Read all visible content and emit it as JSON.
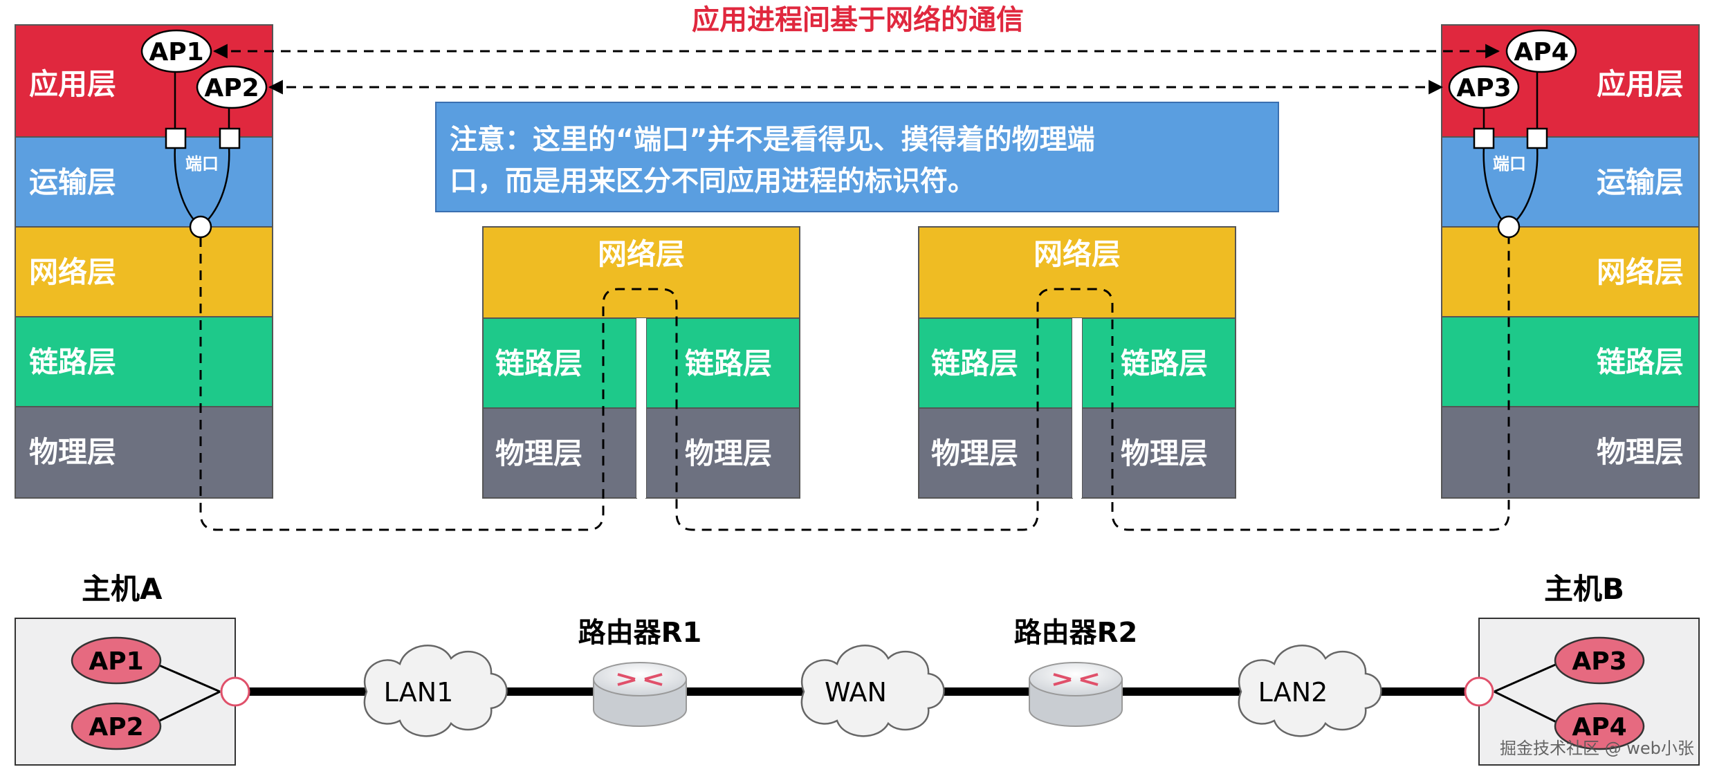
{
  "title": "应用进程间基于网络的通信",
  "note": {
    "line1": "注意：这里的“端口”并不是看得见、摸得着的物理端",
    "line2": "口，而是用来区分不同应用进程的标识符。"
  },
  "layers": {
    "application": "应用层",
    "transport": "运输层",
    "network": "网络层",
    "link": "链路层",
    "physical": "物理层"
  },
  "port_label": "端口",
  "processes": {
    "ap1": "AP1",
    "ap2": "AP2",
    "ap3": "AP3",
    "ap4": "AP4"
  },
  "hosts": {
    "a": "主机A",
    "b": "主机B"
  },
  "routers": {
    "r1": "路由器R1",
    "r2": "路由器R2"
  },
  "networks": {
    "lan1": "LAN1",
    "wan": "WAN",
    "lan2": "LAN2"
  },
  "watermark": "掘金技术社区 @ web小张",
  "colors": {
    "application": "#e0283e",
    "transport": "#5c9fe0",
    "network": "#efbc23",
    "link": "#1ec98a",
    "physical": "#6d7180",
    "title": "#e0283e",
    "note_bg": "#5a9ee0",
    "process_fill": "#e66a80"
  }
}
